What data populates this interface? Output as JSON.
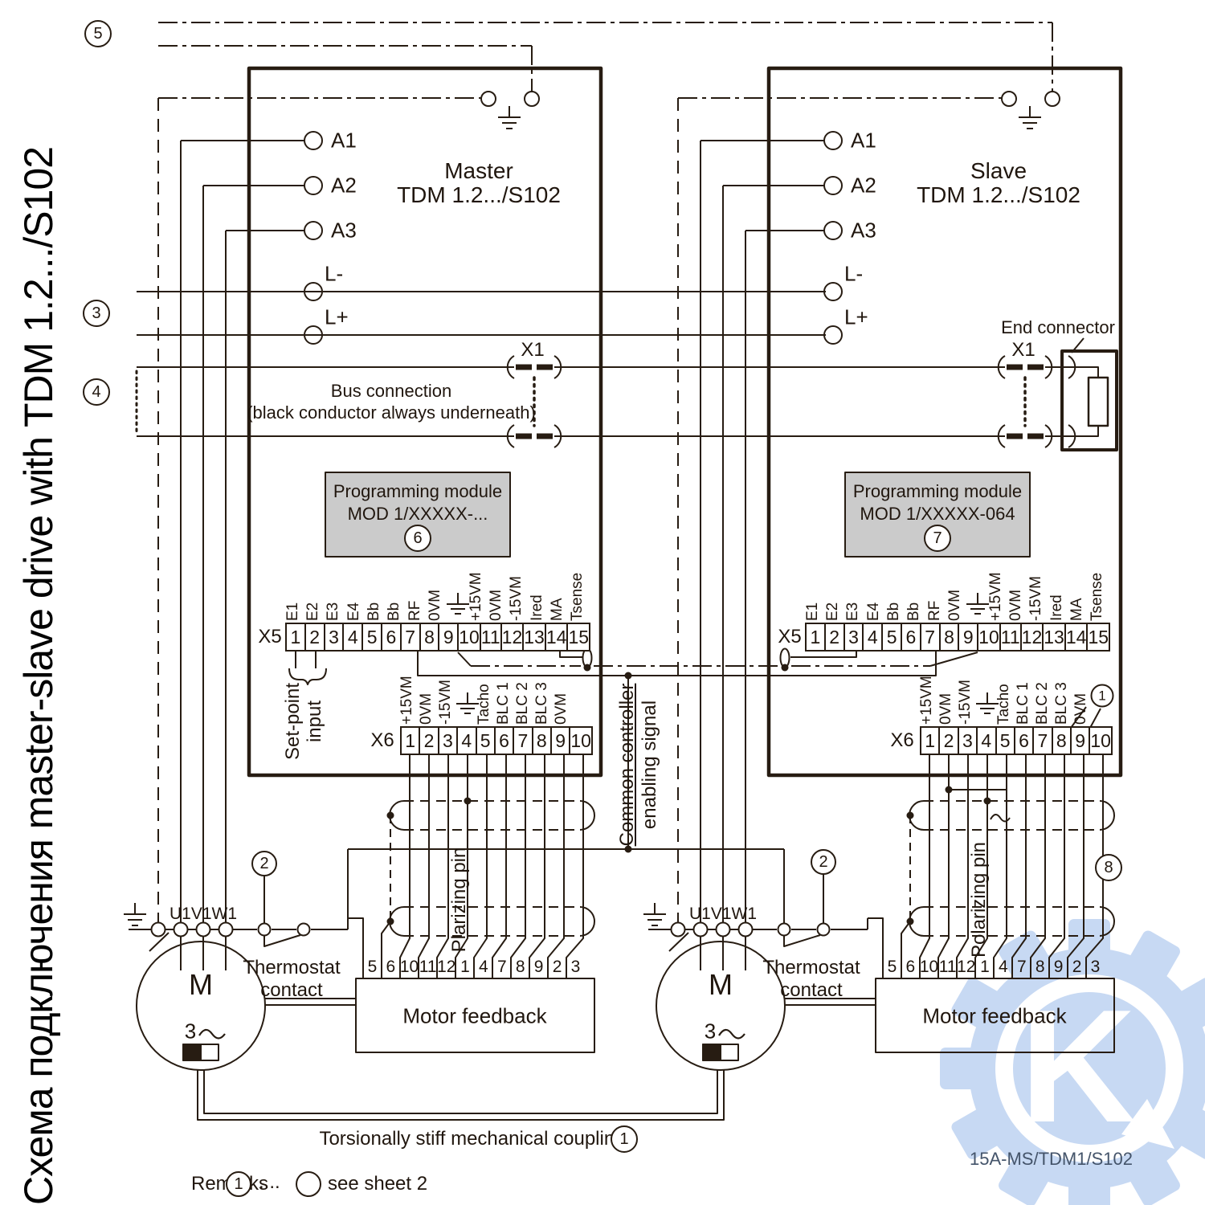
{
  "page_title": "Схема подключения master-slave drive with TDM 1.2.../S102",
  "doc_id": "15A-MS/TDM1/S102",
  "watermark_letter": "K",
  "badges": {
    "b1": "1",
    "b2": "2",
    "b3": "3",
    "b4": "4",
    "b5": "5",
    "b6": "6",
    "b7": "7",
    "b8": "8",
    "coupling": "1",
    "remark": "1"
  },
  "shared": {
    "bus_line1": "Bus connection",
    "bus_line2": "(black conductor always underneath)",
    "end_connector": "End connector",
    "common_line1": "Common controller",
    "common_line2": "enabling signal",
    "coupling_text": "Torsionally stiff mechanical coupling",
    "remarks_label": "Remarks",
    "remarks_dots": "....",
    "remarks_text": "see sheet 2"
  },
  "master": {
    "title": "Master",
    "model": "TDM 1.2.../S102",
    "terminals": [
      "A1",
      "A2",
      "A3"
    ],
    "l_minus": "L-",
    "l_plus": "L+",
    "x1": "X1",
    "module_line1": "Programming module",
    "module_line2": "MOD 1/XXXXX-...",
    "x5_label": "X5",
    "x5_pins": [
      "1",
      "2",
      "3",
      "4",
      "5",
      "6",
      "7",
      "8",
      "9",
      "10",
      "11",
      "12",
      "13",
      "14",
      "15"
    ],
    "x5_signals": [
      "E1",
      "E2",
      "E3",
      "E4",
      "Bb",
      "Bb",
      "RF",
      "0VM",
      "",
      "+15VM",
      "0VM",
      "-15VM",
      "Ired",
      "MA",
      "Tsense"
    ],
    "x6_label": "X6",
    "x6_pins": [
      "1",
      "2",
      "3",
      "4",
      "5",
      "6",
      "7",
      "8",
      "9",
      "10"
    ],
    "x6_signals": [
      "+15VM",
      "0VM",
      "-15VM",
      "",
      "Tacho",
      "BLC 1",
      "BLC 2",
      "BLC 3",
      "0VM",
      ""
    ],
    "setpoint_line1": "Set-point",
    "setpoint_line2": "input",
    "pin_note": "Plarizing pin",
    "thermostat_line1": "Thermostat",
    "thermostat_line2": "contact",
    "motor_letter": "M",
    "motor_phases": "3",
    "motor_terminals": [
      "U1",
      "V1",
      "W1"
    ],
    "feedback_label": "Motor feedback",
    "feedback_pins": [
      "5",
      "6",
      "10",
      "11",
      "12",
      "1",
      "4",
      "7",
      "8",
      "9",
      "2",
      "3"
    ]
  },
  "slave": {
    "title": "Slave",
    "model": "TDM 1.2.../S102",
    "terminals": [
      "A1",
      "A2",
      "A3"
    ],
    "l_minus": "L-",
    "l_plus": "L+",
    "x1": "X1",
    "module_line1": "Programming module",
    "module_line2": "MOD 1/XXXXX-064",
    "x5_label": "X5",
    "x5_pins": [
      "1",
      "2",
      "3",
      "4",
      "5",
      "6",
      "7",
      "8",
      "9",
      "10",
      "11",
      "12",
      "13",
      "14",
      "15"
    ],
    "x5_signals": [
      "E1",
      "E2",
      "E3",
      "E4",
      "Bb",
      "Bb",
      "RF",
      "0VM",
      "",
      "+15VM",
      "0VM",
      "-15VM",
      "Ired",
      "MA",
      "Tsense"
    ],
    "x6_label": "X6",
    "x6_pins": [
      "1",
      "2",
      "3",
      "4",
      "5",
      "6",
      "7",
      "8",
      "9",
      "10"
    ],
    "x6_signals": [
      "+15VM",
      "0VM",
      "-15VM",
      "",
      "Tacho",
      "BLC 1",
      "BLC 2",
      "BLC 3",
      "0VM",
      ""
    ],
    "pin_note": "Polarizing pin",
    "thermostat_line1": "Thermostat",
    "thermostat_line2": "contact",
    "motor_letter": "M",
    "motor_phases": "3",
    "motor_terminals": [
      "U1",
      "V1",
      "W1"
    ],
    "feedback_label": "Motor feedback",
    "feedback_pins": [
      "5",
      "6",
      "10",
      "11",
      "12",
      "1",
      "4",
      "7",
      "8",
      "9",
      "2",
      "3"
    ]
  }
}
